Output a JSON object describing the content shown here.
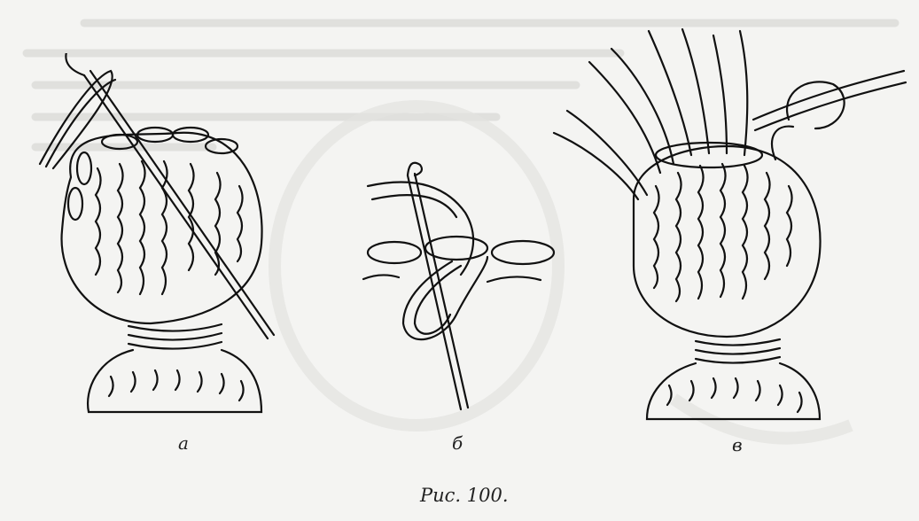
{
  "figure": {
    "labels": [
      "а",
      "б",
      "в"
    ],
    "caption": "Рис. 100."
  }
}
